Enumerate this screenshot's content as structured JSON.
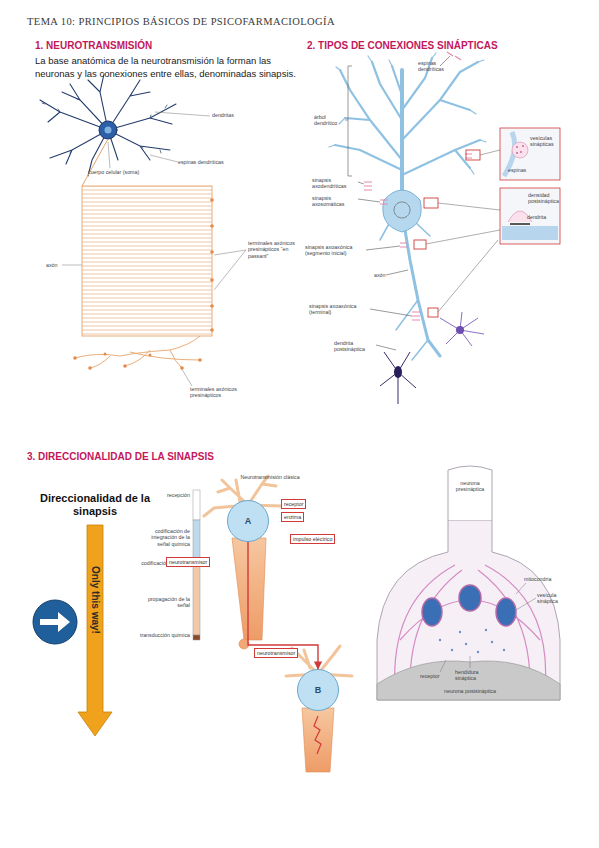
{
  "diagram": {
    "title": "TEMA 10: PRINCIPIOS BÁSICOS DE PSICOFARMACIOLOGÍA",
    "nodes": [
      {
        "text": [
          "A"
        ]
      },
      {
        "text": [
          "B"
        ]
      },
      {
        "text": [
          "neurotransmisor"
        ]
      },
      {
        "text": [
          "receptor"
        ]
      },
      {
        "text": [
          "enzima"
        ]
      },
      {
        "text": [
          "impulso eléctrico"
        ]
      },
      {
        "text": [
          "neurotransmisor"
        ]
      }
    ],
    "edges": [
      {
        "from": 0,
        "to": 1,
        "arrow": "to"
      }
    ],
    "labels": [
      "1. NEUROTRANSMISIÓN",
      "La base anatómica de la neurotransmisión la forman las neuronas y las conexiones entre ellas, denominadas sinapsis.",
      "dendritas",
      "espinas dendríticas",
      "cuerpo celular (soma)",
      "axón",
      "terminales axónicos presinápticos “en passant”",
      "terminales axónicos presinápticos",
      "2. TIPOS DE CONEXIONES SINÁPTICAS",
      "espinas dendríticas",
      "árbol dendrítico",
      "sinapsis axodendríticas",
      "sinapsis axosomáticas",
      "sinapsis axoaxónica (segmento inicial)",
      "axón",
      "sinapsis axoaxónica (terminal)",
      "dendrita postsináptica",
      "vesículas sinápticas",
      "espinas",
      "densidad postsináptica",
      "dendrita",
      "3. DIRECCIONALIDAD DE LA SINAPSIS",
      "Direccionalidad de la sinapsis",
      "Only this way!",
      "Neurotransmisión clásica",
      "recepción",
      "codificación de integración de la señal química",
      "codificación eléctrica",
      "propagación de la señal",
      "transducción química",
      "neurona presináptica",
      "mitocondria",
      "vesícula sináptica",
      "receptor",
      "hendidura sináptica",
      "neurona postsináptica"
    ]
  }
}
